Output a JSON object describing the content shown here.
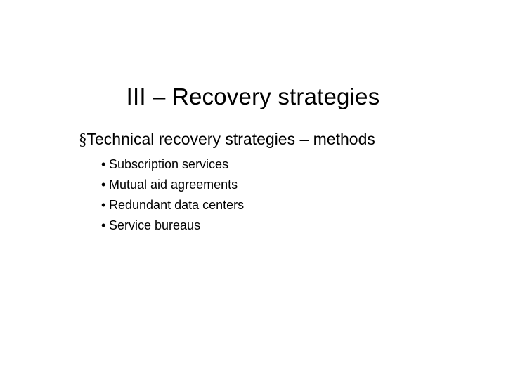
{
  "slide": {
    "title": "III – Recovery strategies",
    "level1": {
      "bullet": "§",
      "text": "Technical recovery strategies – methods"
    },
    "bullet_char": "•",
    "items": [
      {
        "text": "Subscription services"
      },
      {
        "text": "Mutual aid agreements"
      },
      {
        "text": "Redundant data centers"
      },
      {
        "text": "Service bureaus"
      }
    ],
    "colors": {
      "text": "#000000",
      "background": "#ffffff"
    }
  }
}
